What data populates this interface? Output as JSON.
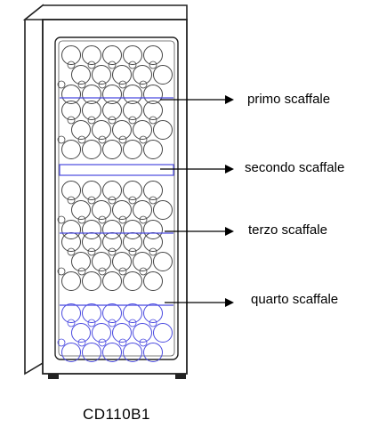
{
  "model_label": "CD110B1",
  "shelves": [
    {
      "label": "primo scaffale"
    },
    {
      "label": "secondo scaffale"
    },
    {
      "label": "terzo scaffale"
    },
    {
      "label": "quarto scaffale"
    }
  ],
  "colors": {
    "outline": "#222222",
    "bottle": "#444444",
    "highlight": "#4a4ae0",
    "arrow": "#000000"
  }
}
